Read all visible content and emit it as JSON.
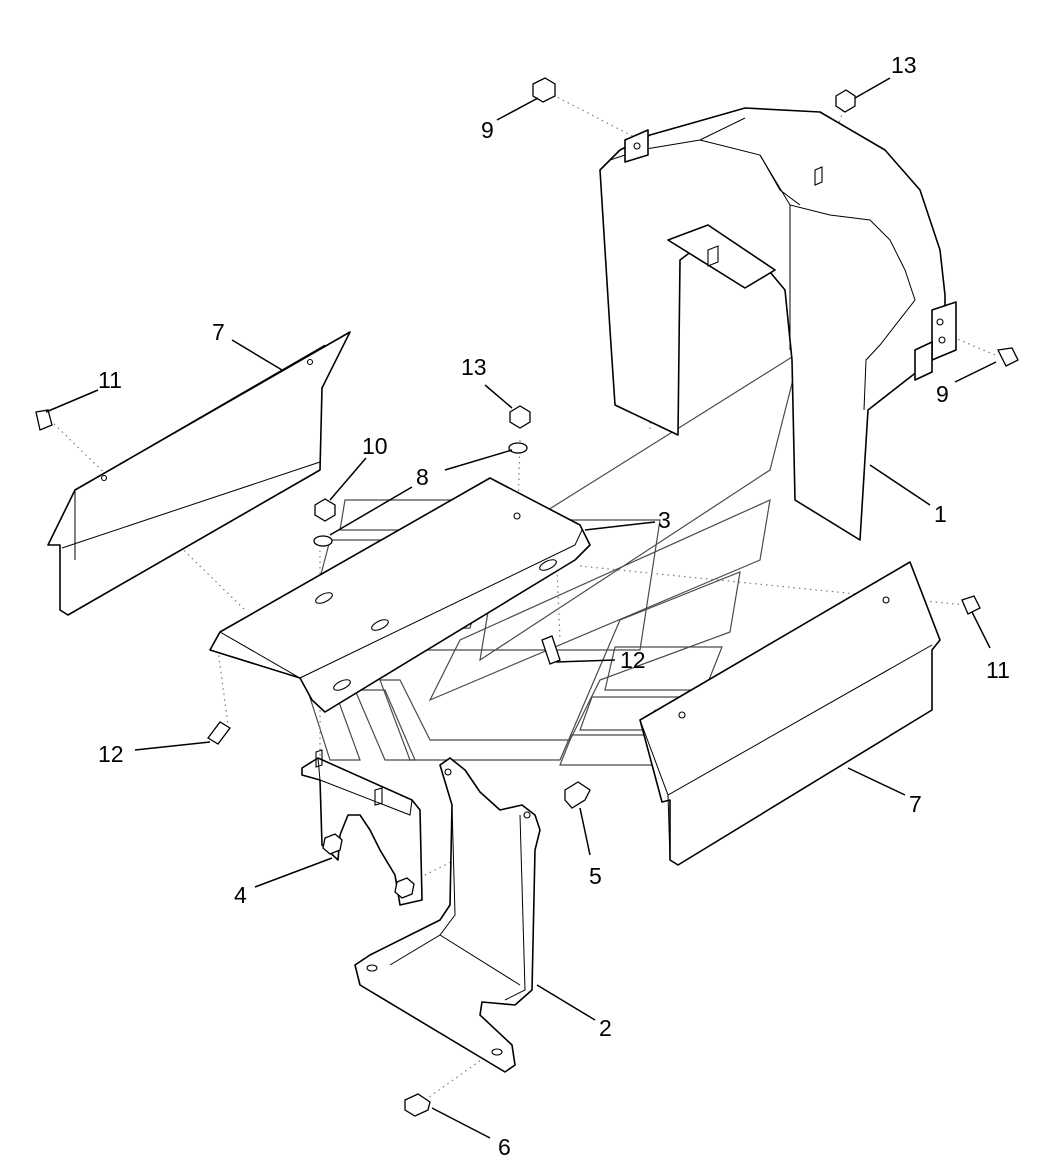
{
  "diagram": {
    "callouts": [
      {
        "id": "c1",
        "label": "1"
      },
      {
        "id": "c2",
        "label": "2"
      },
      {
        "id": "c3",
        "label": "3"
      },
      {
        "id": "c4",
        "label": "4"
      },
      {
        "id": "c5",
        "label": "5"
      },
      {
        "id": "c6",
        "label": "6"
      },
      {
        "id": "c7a",
        "label": "7"
      },
      {
        "id": "c7b",
        "label": "7"
      },
      {
        "id": "c8",
        "label": "8"
      },
      {
        "id": "c9a",
        "label": "9"
      },
      {
        "id": "c9b",
        "label": "9"
      },
      {
        "id": "c10",
        "label": "10"
      },
      {
        "id": "c11a",
        "label": "11"
      },
      {
        "id": "c11b",
        "label": "11"
      },
      {
        "id": "c12a",
        "label": "12"
      },
      {
        "id": "c12b",
        "label": "12"
      },
      {
        "id": "c13a",
        "label": "13"
      },
      {
        "id": "c13b",
        "label": "13"
      }
    ]
  }
}
